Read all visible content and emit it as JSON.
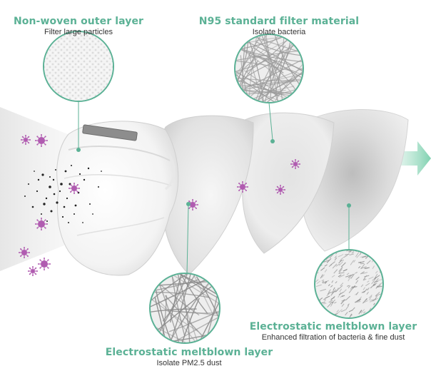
{
  "colors": {
    "accent": "#5bb195",
    "particle": "#b05bb0",
    "dust": "#222222",
    "mask": "#f2f2f2",
    "arrow": "#8fd6b9"
  },
  "labels": {
    "outer": {
      "title": "Non-woven outer layer",
      "subtitle": "Filter large particles"
    },
    "filter": {
      "title": "N95 standard filter material",
      "subtitle": "Isolate bacteria"
    },
    "meltblown_inner": {
      "title": "Electrostatic meltblown layer",
      "subtitle": "Enhanced filtration of bacteria & fine dust"
    },
    "meltblown_outer": {
      "title": "Electrostatic meltblown layer",
      "subtitle": "Isolate PM2.5 dust"
    }
  },
  "icons": [
    "virus-icon",
    "dust-cloud",
    "airflow-arrow"
  ]
}
